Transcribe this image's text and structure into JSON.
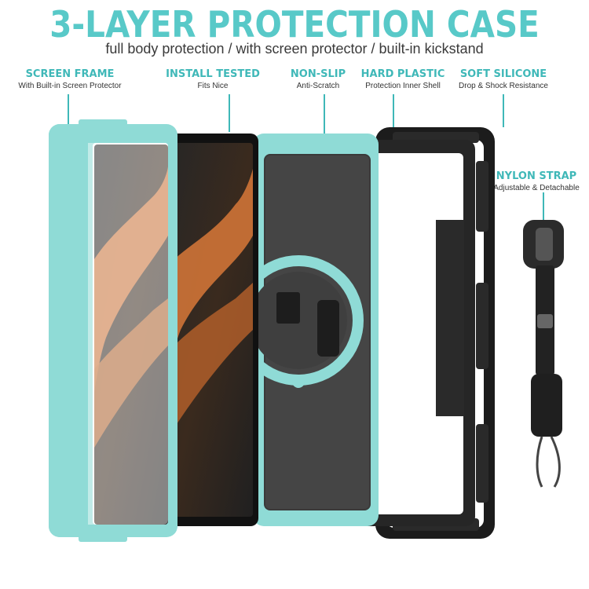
{
  "header": {
    "title": "3-LAYER PROTECTION CASE",
    "subtitle": "full body protection / with screen protector / built-in kickstand"
  },
  "features": [
    {
      "title": "SCREEN FRAME",
      "subtitle": "With Built-in Screen Protector"
    },
    {
      "title": "INSTALL TESTED",
      "subtitle": "Fits Nice"
    },
    {
      "title": "NON-SLIP",
      "subtitle": "Anti-Scratch"
    },
    {
      "title": "HARD PLASTIC",
      "subtitle": "Protection Inner Shell"
    },
    {
      "title": "SOFT SILICONE",
      "subtitle": "Drop & Shock Resistance"
    },
    {
      "title": "NYLON STRAP",
      "subtitle": "Adjustable & Detachable"
    }
  ],
  "colors": {
    "accent": "#58c9c8",
    "frame": "#8fdbd6",
    "black": "#1a1a1a",
    "wallpaper": "#d87838"
  }
}
